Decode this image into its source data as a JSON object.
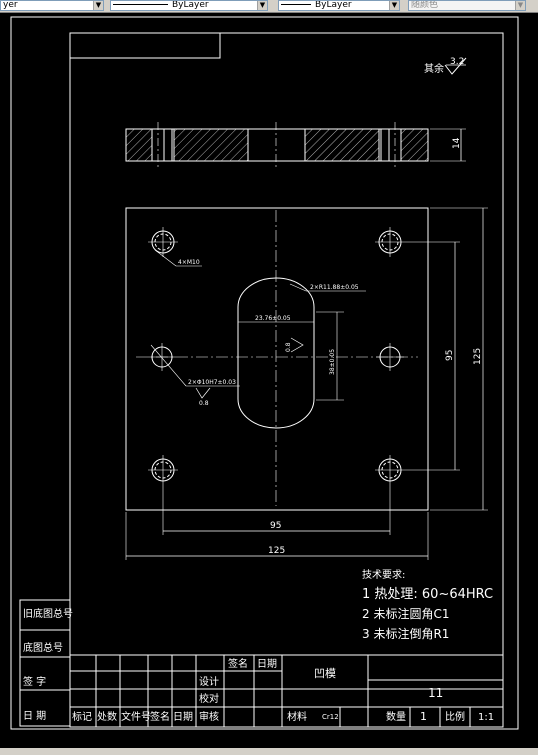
{
  "toolbar": {
    "layer_combo": "yer",
    "linetype_combo": "ByLayer",
    "lineweight_combo": "ByLayer",
    "color_combo": "随颜色"
  },
  "drawing": {
    "roughness_label": "其余",
    "roughness_value": "3.2",
    "dim_thickness": "14",
    "dim_95_vertical": "95",
    "dim_125_vertical": "125",
    "dim_95_horizontal": "95",
    "dim_125_horizontal": "125",
    "callout_corner_holes": "4×M10",
    "callout_slot_radius": "2×R11.88±0.05",
    "dim_slot_width": "23.76±0.05",
    "dim_slot_height": "38±0.05",
    "roughness_slot": "0.8",
    "callout_pin_holes": "2×Φ10H7±0.03",
    "roughness_pin": "0.8"
  },
  "tech_requirements": {
    "title": "技术要求:",
    "line1": "1 热处理: 60~64HRC",
    "line2": "2 未标注圆角C1",
    "line3": "3 未标注倒角R1"
  },
  "title_block": {
    "left_label_1": "旧底图总号",
    "left_label_2": "底图总号",
    "left_label_3": "签  字",
    "left_label_4": "日  期",
    "col_biaoji": "标记",
    "col_chushu": "处数",
    "col_wenjianhao": "文件号",
    "col_qianming": "签名",
    "col_riqi": "日期",
    "header_qianming": "签名",
    "header_riqi": "日期",
    "row_sheji": "设计",
    "row_jiaodui": "校对",
    "row_shenhe": "审核",
    "part_name": "凹模",
    "drawing_number": "11",
    "material_label": "材料",
    "material_value": "Cr12",
    "quantity_label": "数量",
    "quantity_value": "1",
    "scale_label": "比例",
    "scale_value": "1:1"
  }
}
